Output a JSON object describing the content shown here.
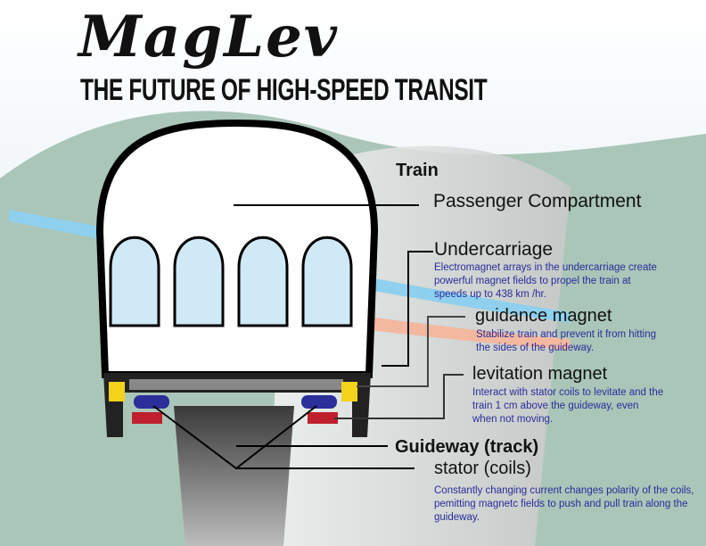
{
  "title": "MagLev",
  "subtitle": "THE FUTURE OF HIGH-SPEED TRANSIT",
  "labels": {
    "train": "Train",
    "passenger": "Passenger Compartment",
    "undercarriage": {
      "title": "Undercarriage",
      "desc": "Electromagnet arrays in the undercarriage create powerful magnet fields to propel the train at speeds up to 438 km /hr."
    },
    "guidance": {
      "title": "guidance magnet",
      "desc": "Stabilize train and prevent it from hitting the sides of the guideway."
    },
    "levitation": {
      "title": "levitation magnet",
      "desc": "Interact with stator coils to levitate and the train 1 cm above the guideway, even when not moving."
    },
    "guideway": "Guideway (track)",
    "stator": {
      "title": "stator (coils)",
      "desc": "Constantly changing current changes polarity of the coils, pemitting magnetc fields to push and pull train along the guideway."
    }
  },
  "colors": {
    "hill": "#aac6b8",
    "window": "#cfe9f7",
    "guidance": "#f2d21a",
    "levitation": "#2a2f9a",
    "stator": "#c0202e",
    "text_desc": "#2b2b9a"
  }
}
